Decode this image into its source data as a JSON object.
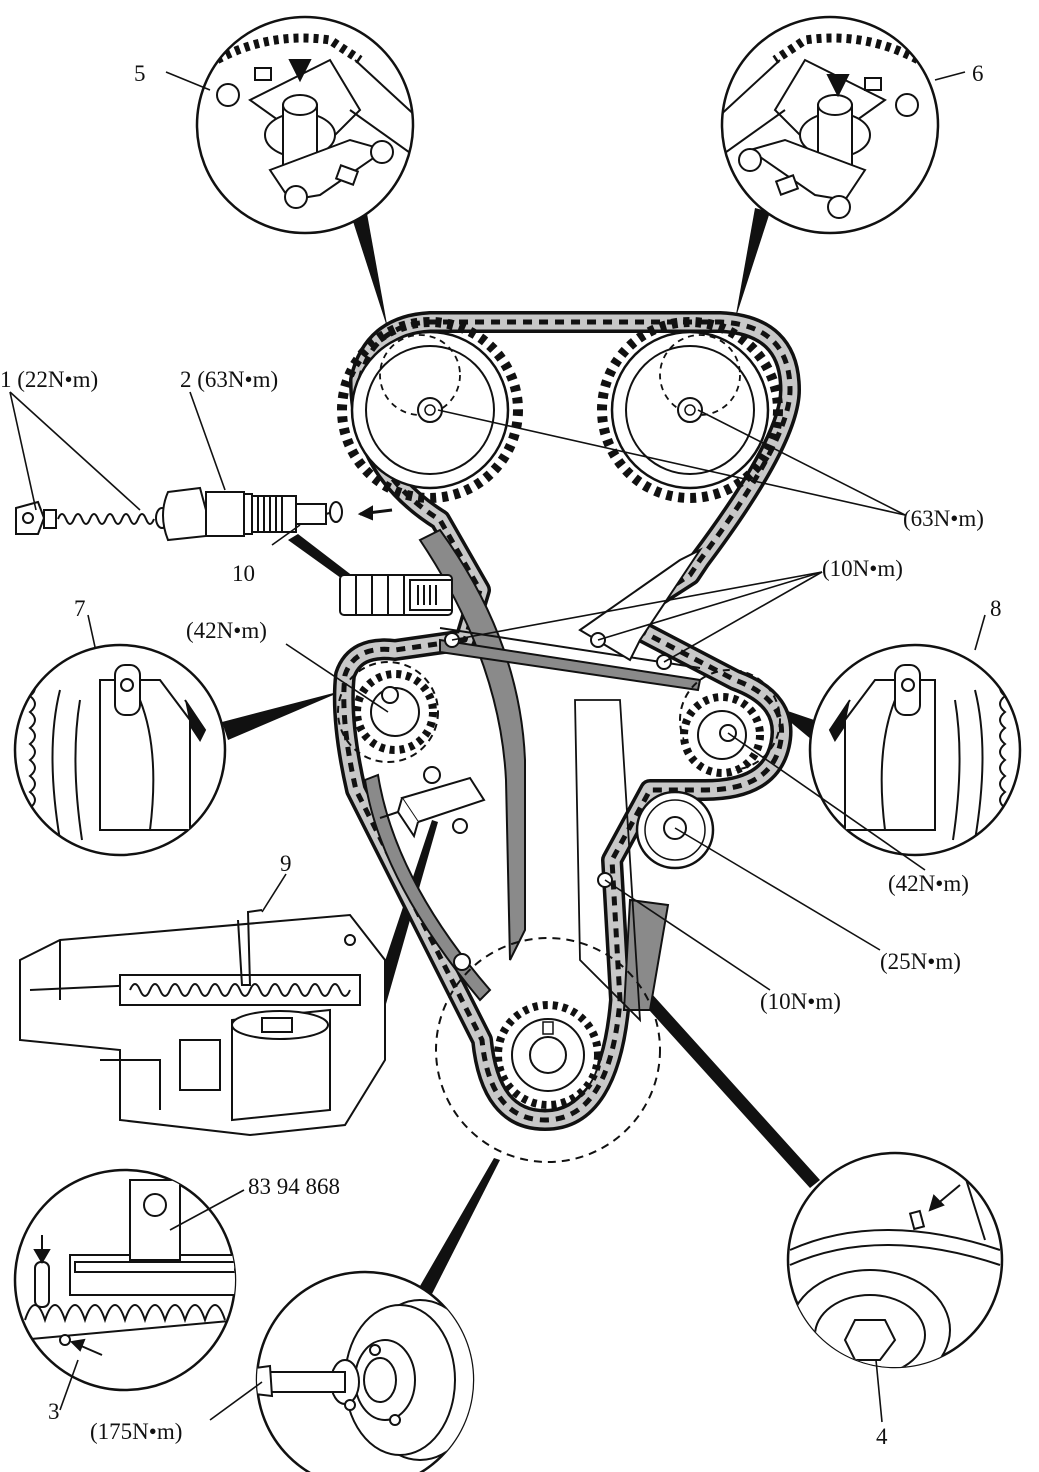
{
  "labels": {
    "item1": "1 (22N•m)",
    "item2": "2 (63N•m)",
    "item3": "3",
    "item4": "4",
    "item5": "5",
    "item6": "6",
    "item7": "7",
    "item8": "8",
    "item9": "9",
    "item10": "10",
    "cam_bolts": "(63N•m)",
    "guide_bolts": "(10N•m)",
    "left_sprocket": "(42N•m)",
    "right_sprocket": "(42N•m)",
    "idler": "(25N•m)",
    "lower_bolt": "(10N•m)",
    "tool_number": "83 94 868",
    "crank_bolt": "(175N•m)"
  },
  "colors": {
    "line": "#111111",
    "chain_fill": "#c8c8c8",
    "guide_fill": "#8a8a8a"
  }
}
